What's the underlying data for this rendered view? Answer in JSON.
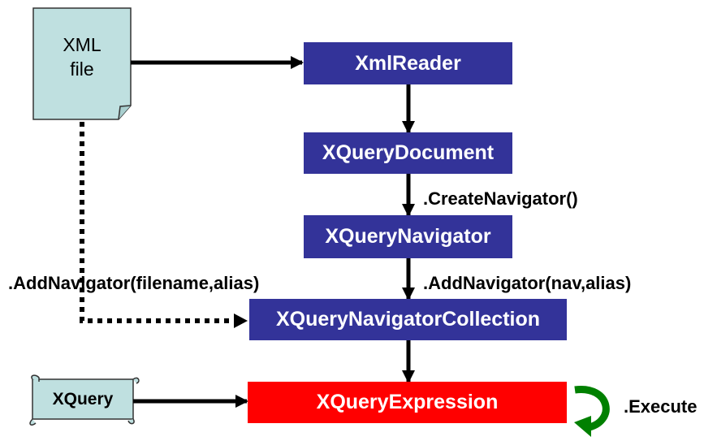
{
  "colors": {
    "process_box": "#333399",
    "expression_box": "#ff0000",
    "document_fill": "#bfe0e0",
    "execute_arrow": "#008000"
  },
  "nodes": {
    "xml_file": {
      "line1": "XML",
      "line2": "file"
    },
    "xmlreader": "XmlReader",
    "xquerydocument": "XQueryDocument",
    "xquerynavigator": "XQueryNavigator",
    "collection": "XQueryNavigatorCollection",
    "expression": "XQueryExpression",
    "xquery_scroll": "XQuery"
  },
  "labels": {
    "create_navigator": ".CreateNavigator()",
    "add_nav_alias": ".AddNavigator(nav,alias)",
    "add_filename_alias": ".AddNavigator(filename,alias)",
    "execute": ".Execute"
  }
}
